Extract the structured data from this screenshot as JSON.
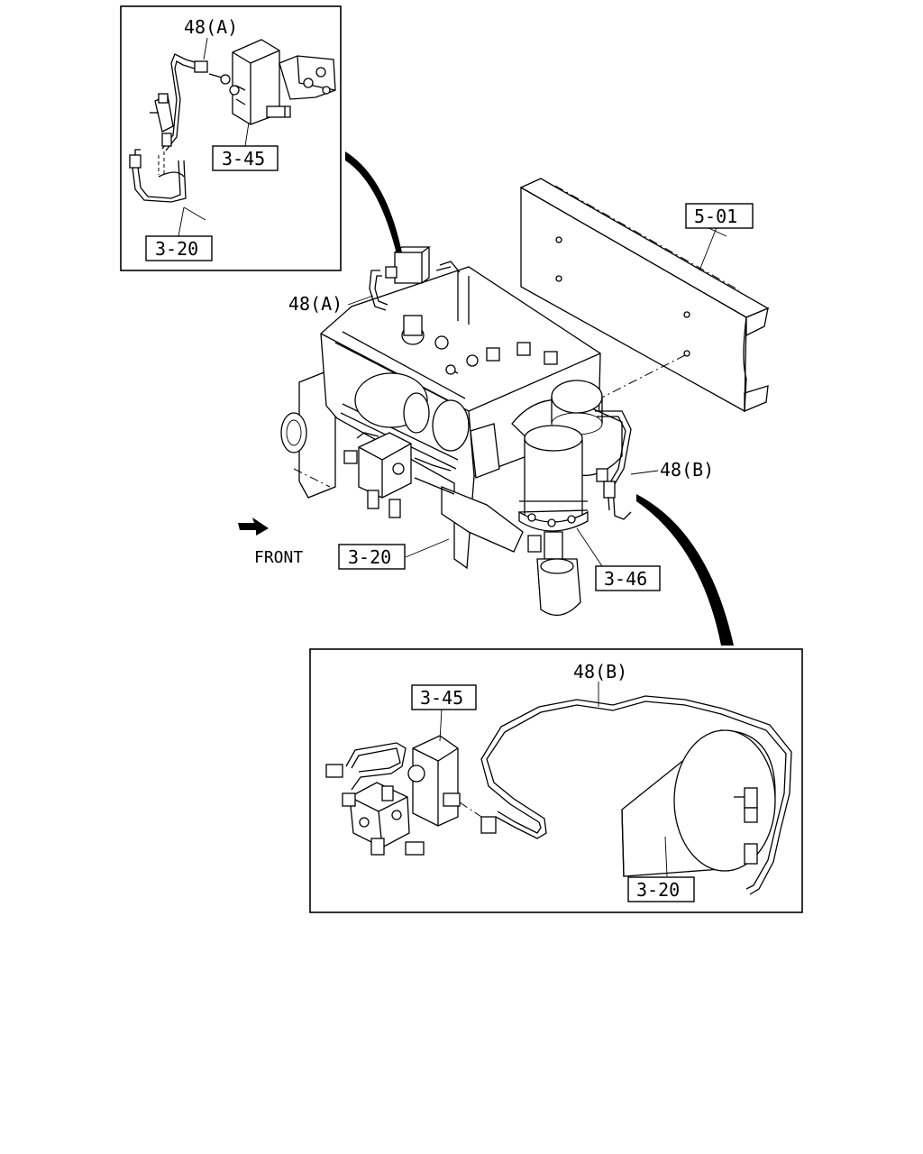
{
  "labels": {
    "inset_a_48": "48(A)",
    "inset_a_345": "3-45",
    "inset_a_320": "3-20",
    "main_501": "5-01",
    "main_48a": "48(A)",
    "main_48b": "48(B)",
    "main_front": "FRONT",
    "main_320": "3-20",
    "main_346": "3-46",
    "inset_b_345": "3-45",
    "inset_b_48": "48(B)",
    "inset_b_320": "3-20"
  }
}
